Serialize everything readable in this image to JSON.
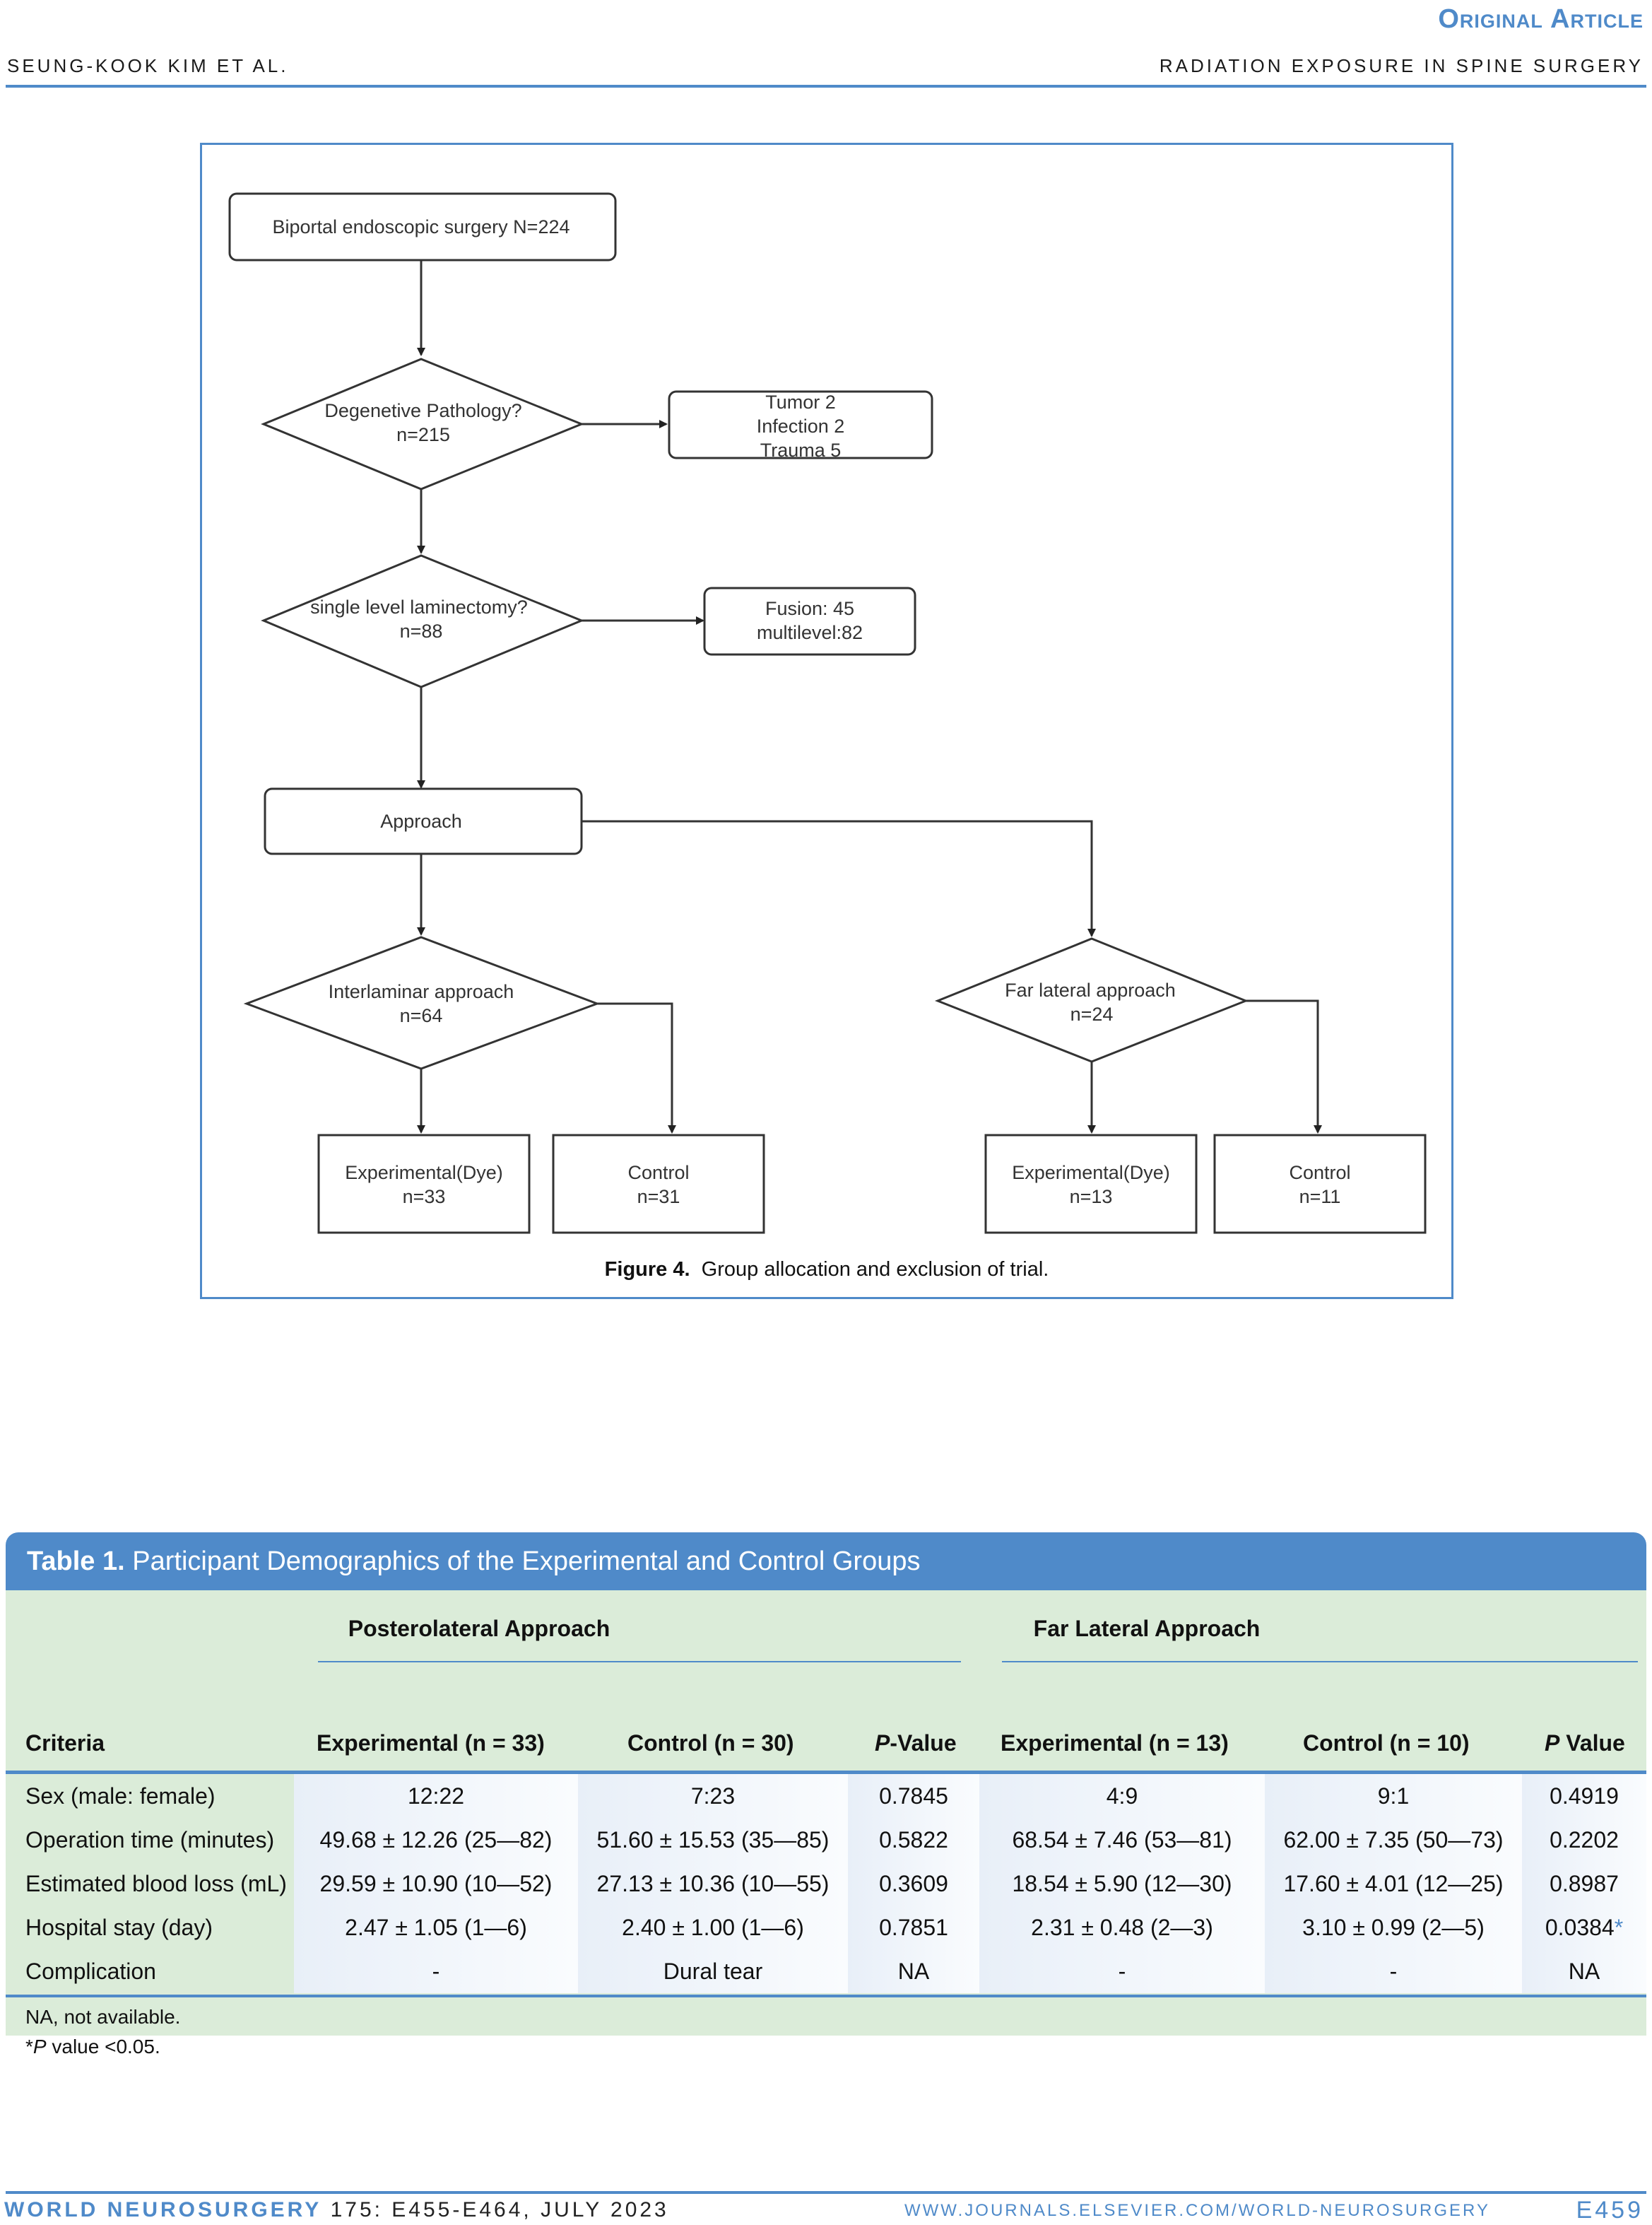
{
  "header": {
    "section": "Original Article",
    "left": "SEUNG-KOOK KIM ET AL.",
    "right": "RADIATION EXPOSURE IN SPINE SURGERY"
  },
  "figure": {
    "nodes": {
      "start": "Biportal endoscopic surgery N=224",
      "d1_l1": "Degenetive Pathology?",
      "d1_l2": "n=215",
      "ex1_l1": "Tumor 2",
      "ex1_l2": "Infection 2",
      "ex1_l3": "Trauma 5",
      "d2_l1": "single level laminectomy?",
      "d2_l2": "n=88",
      "ex2_l1": "Fusion: 45",
      "ex2_l2": "multilevel:82",
      "approach": "Approach",
      "d3_l1": "Interlaminar approach",
      "d3_l2": "n=64",
      "d4_l1": "Far lateral approach",
      "d4_l2": "n=24",
      "b1_l1": "Experimental(Dye)",
      "b1_l2": "n=33",
      "b2_l1": "Control",
      "b2_l2": "n=31",
      "b3_l1": "Experimental(Dye)",
      "b3_l2": "n=13",
      "b4_l1": "Control",
      "b4_l2": "n=11"
    },
    "caption_label": "Figure 4.",
    "caption_text": "Group allocation and exclusion of trial."
  },
  "table": {
    "label": "Table 1.",
    "title": "Participant Demographics of the Experimental and Control Groups",
    "group1": "Posterolateral Approach",
    "group2": "Far Lateral Approach",
    "columns": {
      "criteria": "Criteria",
      "exp1": "Experimental (n = 33)",
      "ctl1": "Control (n = 30)",
      "p1_italic": "P",
      "p1_rest": "-Value",
      "exp2": "Experimental (n = 13)",
      "ctl2": "Control (n = 10)",
      "p2_italic": "P",
      "p2_rest": " Value"
    },
    "rows": [
      {
        "criteria": "Sex (male: female)",
        "exp1": "12:22",
        "ctl1": "7:23",
        "p1": "0.7845",
        "exp2": "4:9",
        "ctl2": "9:1",
        "p2": "0.4919",
        "star": ""
      },
      {
        "criteria": "Operation time (minutes)",
        "exp1": "49.68 ± 12.26 (25—82)",
        "ctl1": "51.60 ± 15.53 (35—85)",
        "p1": "0.5822",
        "exp2": "68.54 ± 7.46 (53—81)",
        "ctl2": "62.00 ± 7.35 (50—73)",
        "p2": "0.2202",
        "star": ""
      },
      {
        "criteria": "Estimated blood loss (mL)",
        "exp1": "29.59 ± 10.90 (10—52)",
        "ctl1": "27.13 ± 10.36 (10—55)",
        "p1": "0.3609",
        "exp2": "18.54 ± 5.90 (12—30)",
        "ctl2": "17.60 ± 4.01 (12—25)",
        "p2": "0.8987",
        "star": ""
      },
      {
        "criteria": "Hospital stay (day)",
        "exp1": "2.47 ± 1.05 (1—6)",
        "ctl1": "2.40 ± 1.00 (1—6)",
        "p1": "0.7851",
        "exp2": "2.31 ± 0.48 (2—3)",
        "ctl2": "3.10 ± 0.99 (2—5)",
        "p2": "0.0384",
        "star": "*"
      },
      {
        "criteria": "Complication",
        "exp1": "-",
        "ctl1": "Dural tear",
        "p1": "NA",
        "exp2": "-",
        "ctl2": "-",
        "p2": "NA",
        "star": ""
      }
    ],
    "footnote1": "NA, not available.",
    "footnote2_star": "*",
    "footnote2_italic": "P",
    "footnote2_rest": " value <0.05."
  },
  "footer": {
    "journal": "WORLD NEUROSURGERY",
    "issue": " 175: E455-E464, JULY 2023",
    "url": "WWW.JOURNALS.ELSEVIER.COM/WORLD-NEUROSURGERY",
    "page": "E459"
  },
  "colors": {
    "accent": "#4f8ac9",
    "table_bg": "#dbecd9"
  }
}
